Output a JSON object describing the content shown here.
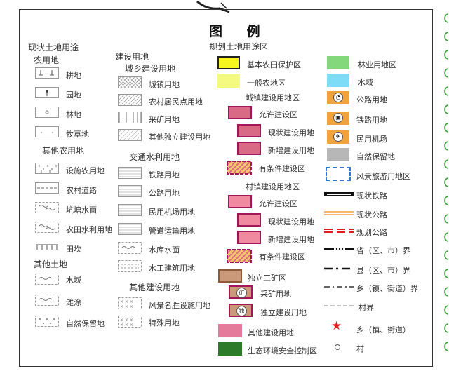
{
  "title": "图 例",
  "col1": {
    "header": "现状土地用途",
    "agri_header": "农用地",
    "agri": [
      "耕地",
      "园地",
      "林地",
      "牧草地"
    ],
    "other_agri_header": "其他农用地",
    "other_agri": [
      "设施农用地",
      "农村道路",
      "坑塘水面",
      "农田水利用地",
      "田坎"
    ],
    "other_land_header": "其他土地",
    "other_land": [
      "水域",
      "滩涂",
      "自然保留地"
    ]
  },
  "col2": {
    "header": "建设用地",
    "urban_header": "城乡建设用地",
    "urban": [
      "城镇用地",
      "农村居民点用地",
      "采矿用地",
      "其他独立建设用地"
    ],
    "transport_header": "交通水利用地",
    "transport": [
      "铁路用地",
      "公路用地",
      "民用机场用地",
      "管道运输用地",
      "水库水面",
      "水工建筑用地"
    ],
    "other_header": "其他建设用地",
    "other": [
      "风景名胜设施用地",
      "特殊用地"
    ]
  },
  "col3": {
    "header": "规划土地用途区",
    "items_top": [
      "基本农田保护区",
      "一般农地区"
    ],
    "town_header": "城镇建设用地区",
    "town": [
      "允许建设区",
      "现状建设用地",
      "新增建设用地",
      "有条件建设区"
    ],
    "village_header": "村镇建设用地区",
    "village": [
      "允许建设区",
      "现状建设用地",
      "新增建设用地",
      "有条件建设区"
    ],
    "industrial": "独立工矿区",
    "industrial_sub": [
      "采矿用地",
      "独立建设用地"
    ],
    "industrial_sub_icons": [
      "矿",
      "独"
    ],
    "other_build": "其他建设用地",
    "eco": "生态环境安全控制区"
  },
  "col4": {
    "items": [
      "林业用地区",
      "水域",
      "公路用地",
      "铁路用地",
      "民用机场",
      "自然保留地",
      "风景旅游用地区",
      "现状铁路",
      "现状公路",
      "规划公路",
      "省（区、市）界",
      "县（区、市）界",
      "乡（镇、街道）界",
      "村界",
      "乡（镇、街道）",
      "村"
    ]
  },
  "colors": {
    "forest": "#82d87a",
    "water": "#7fdcf7",
    "orange": "#f0a23c",
    "gray": "#b7b7b7",
    "blue_dash": "#2e78d2",
    "pink": "#d96a86",
    "pink_border": "#a3165a",
    "yellow": "#f6f51d",
    "light_yellow": "#f4fa80",
    "tan": "#c9997a",
    "dark_green": "#2d7a2a",
    "red": "#e01c1c"
  }
}
